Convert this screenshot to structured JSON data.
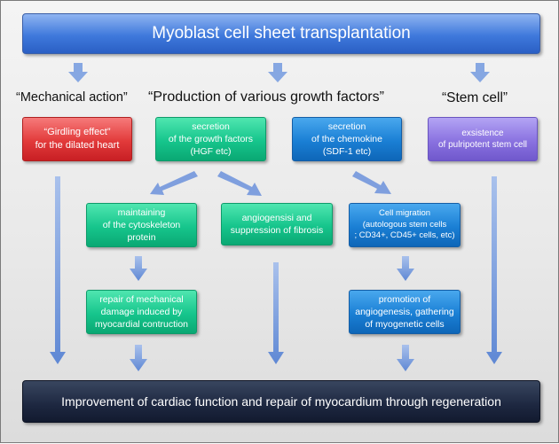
{
  "title": "Myoblast cell sheet transplantation",
  "headings": {
    "mechanical": "“Mechanical action”",
    "growth": "“Production of various growth factors”",
    "stem": "“Stem cell”"
  },
  "boxes": {
    "girdling": "“Girdling effect”\nfor the dilated heart",
    "secretion_growth": "secretion\nof the growth factors\n(HGF etc)",
    "secretion_chemokine": "secretion\nof the chemokine\n(SDF-1 etc)",
    "existence": "exsistence\nof pulripotent stem cell",
    "cytoskeleton": "maintaining\nof the cytoskeleton\nprotein",
    "angiogenesis_fibrosis": "angiogensisi and\nsuppression of fibrosis",
    "cell_migration": "Cell migration\n(autologous stem cells\n; CD34+, CD45+ cells, etc)",
    "repair_mechanical": "repair of mechanical\ndamage  induced by\nmyocardial contruction",
    "promotion": "promotion of\nangiogenesis, gathering\nof  myogenetic cells"
  },
  "outcome": "Improvement of cardiac function and repair of myocardium through regeneration",
  "colors": {
    "arrow": "#6f96dc",
    "title": "#3f79dc",
    "red": "#e23a3a",
    "green": "#16c58c",
    "blue": "#1a7fd4",
    "purple": "#8a72e0",
    "outcome": "#1d2740"
  }
}
